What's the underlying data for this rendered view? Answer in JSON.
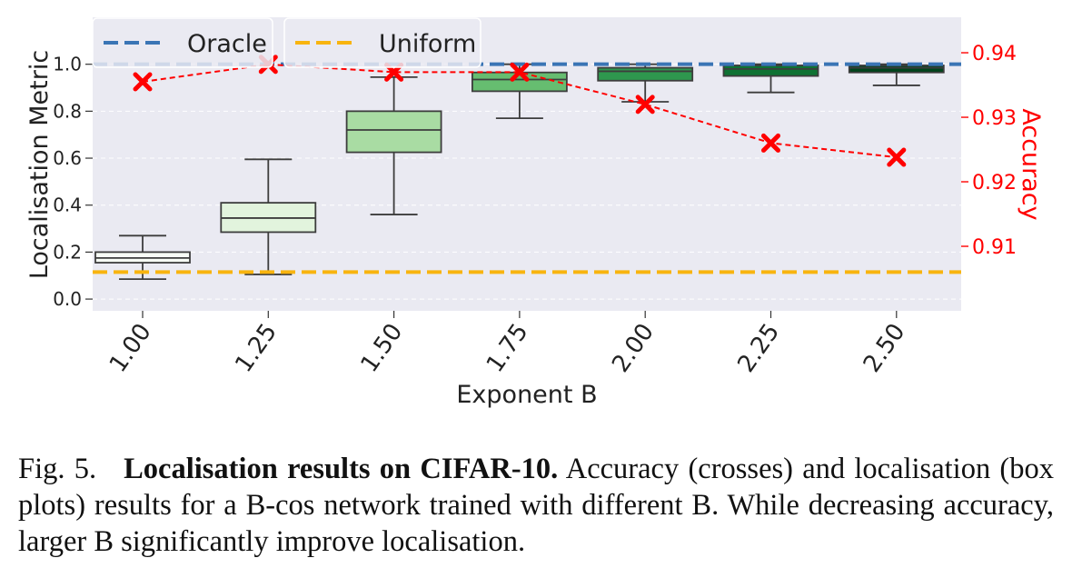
{
  "chart_data": {
    "type": "box",
    "categories": [
      "1.00",
      "1.25",
      "1.50",
      "1.75",
      "2.00",
      "2.25",
      "2.50"
    ],
    "xlabel": "Exponent B",
    "ylabel": "Localisation Metric",
    "y2label": "Accuracy",
    "ylim": [
      -0.05,
      1.2
    ],
    "y2lim": [
      0.9,
      0.9455
    ],
    "yticks": [
      "0.0",
      "0.2",
      "0.4",
      "0.6",
      "0.8",
      "1.0"
    ],
    "y2ticks": [
      "0.91",
      "0.92",
      "0.93",
      "0.94"
    ],
    "grid": true,
    "legend_placement": "top-left",
    "boxes": [
      {
        "whislo": 0.085,
        "q1": 0.155,
        "med": 0.175,
        "q3": 0.2,
        "whishi": 0.27,
        "color": "#f7fcf5"
      },
      {
        "whislo": 0.105,
        "q1": 0.285,
        "med": 0.345,
        "q3": 0.41,
        "whishi": 0.595,
        "color": "#e2f4dd"
      },
      {
        "whislo": 0.36,
        "q1": 0.625,
        "med": 0.72,
        "q3": 0.8,
        "whishi": 0.945,
        "color": "#a9dca3"
      },
      {
        "whislo": 0.77,
        "q1": 0.885,
        "med": 0.935,
        "q3": 0.965,
        "whishi": 1.0,
        "color": "#66bd70"
      },
      {
        "whislo": 0.84,
        "q1": 0.93,
        "med": 0.97,
        "q3": 0.985,
        "whishi": 1.0,
        "color": "#2e974e"
      },
      {
        "whislo": 0.88,
        "q1": 0.95,
        "med": 0.98,
        "q3": 0.995,
        "whishi": 1.0,
        "color": "#0f7233"
      },
      {
        "whislo": 0.91,
        "q1": 0.965,
        "med": 0.985,
        "q3": 0.995,
        "whishi": 1.0,
        "color": "#00441b"
      }
    ],
    "accuracy": [
      0.9355,
      0.9382,
      0.937,
      0.937,
      0.932,
      0.926,
      0.9238
    ],
    "reference_lines": [
      {
        "name": "Oracle",
        "value": 1.0,
        "color": "#3a75b5"
      },
      {
        "name": "Uniform",
        "value": 0.115,
        "color": "#f8b40f"
      }
    ],
    "accuracy_color": "#ff0000"
  },
  "caption": {
    "fig_label": "Fig. 5.",
    "bold": "Localisation results on CIFAR-10.",
    "text": " Accuracy (crosses) and localisation (box plots) results for a B-cos network trained with different B. While decreasing accuracy, larger B significantly improve localisation."
  }
}
